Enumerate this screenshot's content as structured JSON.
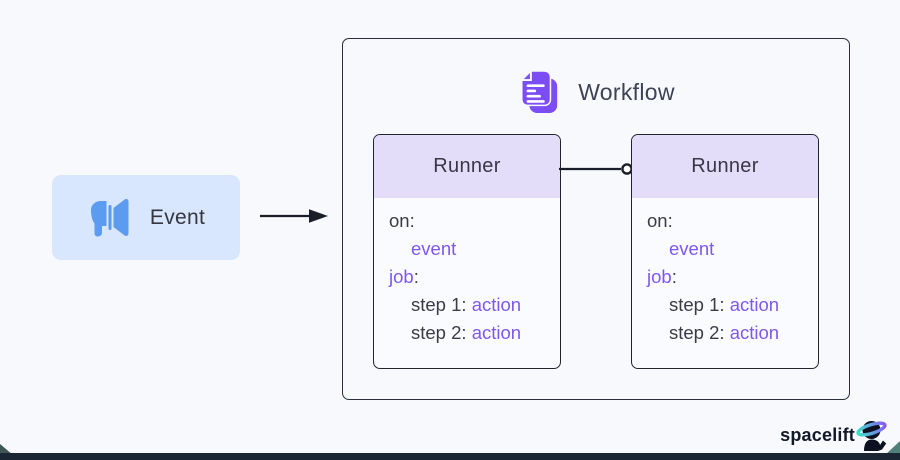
{
  "colors": {
    "bg": "#f7f9fc",
    "ink": "#262b36",
    "code-dark": "#3a3b45",
    "purple": "#7e57f2",
    "purple-light": "#e4ddf9",
    "blue-light": "#d8e7fd",
    "blue": "#5b9bf0",
    "icon-purple": "#7c4cf5",
    "footer-dark": "#1a2634",
    "teal": "#4f807a",
    "slate": "#3e5656",
    "brand-ink": "#111827"
  },
  "event": {
    "label": "Event",
    "icon": "megaphone-icon"
  },
  "arrow": {
    "name": "event-to-workflow-arrow",
    "direction": "right"
  },
  "workflow": {
    "title": "Workflow",
    "icon": "documents-icon",
    "connector": "line-with-circle-endpoint",
    "runners": [
      {
        "title": "Runner",
        "lines": [
          {
            "indent": false,
            "segments": [
              {
                "t": "on:",
                "c": "dark"
              }
            ]
          },
          {
            "indent": true,
            "segments": [
              {
                "t": "event",
                "c": "purple"
              }
            ]
          },
          {
            "indent": false,
            "segments": [
              {
                "t": "job",
                "c": "purple"
              },
              {
                "t": ":",
                "c": "dark"
              }
            ]
          },
          {
            "indent": true,
            "segments": [
              {
                "t": "step 1: ",
                "c": "dark"
              },
              {
                "t": "action",
                "c": "purple"
              }
            ]
          },
          {
            "indent": true,
            "segments": [
              {
                "t": "step 2: ",
                "c": "dark"
              },
              {
                "t": "action",
                "c": "purple"
              }
            ]
          }
        ]
      },
      {
        "title": "Runner",
        "lines": [
          {
            "indent": false,
            "segments": [
              {
                "t": "on:",
                "c": "dark"
              }
            ]
          },
          {
            "indent": true,
            "segments": [
              {
                "t": "event",
                "c": "purple"
              }
            ]
          },
          {
            "indent": false,
            "segments": [
              {
                "t": "job",
                "c": "purple"
              },
              {
                "t": ":",
                "c": "dark"
              }
            ]
          },
          {
            "indent": true,
            "segments": [
              {
                "t": "step 1: ",
                "c": "dark"
              },
              {
                "t": "action",
                "c": "purple"
              }
            ]
          },
          {
            "indent": true,
            "segments": [
              {
                "t": "step 2: ",
                "c": "dark"
              },
              {
                "t": "action",
                "c": "purple"
              }
            ]
          }
        ]
      }
    ]
  },
  "footer": {
    "brand": "spacelift",
    "mascot": "astronaut-icon"
  }
}
